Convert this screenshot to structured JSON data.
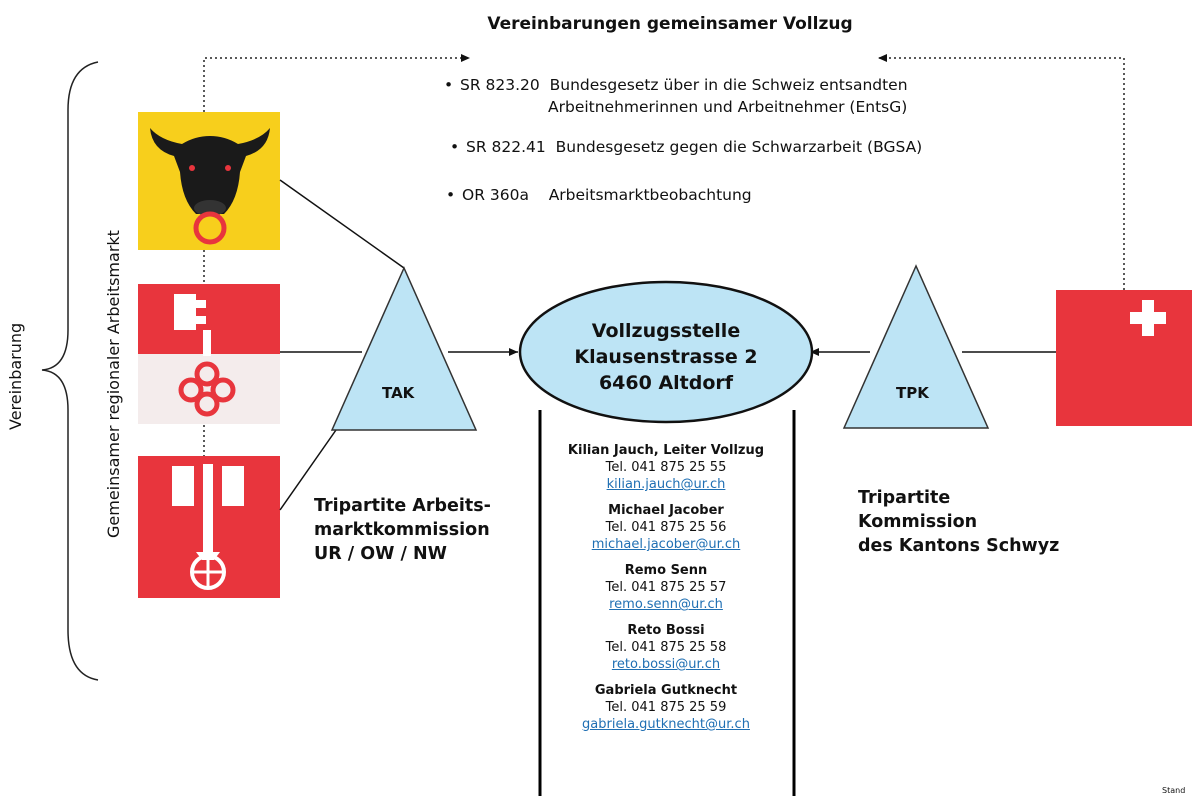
{
  "title": "Vereinbarungen gemeinsamer Vollzug",
  "laws": [
    {
      "code": "SR 823.20",
      "text": "Bundesgesetz über in die Schweiz entsandten",
      "text2": "Arbeitnehmerinnen und Arbeitnehmer (EntsG)"
    },
    {
      "code": "SR 822.41",
      "text": "Bundesgesetz gegen die Schwarzarbeit (BGSA)"
    },
    {
      "code": "OR 360a",
      "text": "Arbeitsmarktbeobachtung"
    }
  ],
  "left_labels": {
    "outer": "Vereinbarung",
    "inner": "Gemeinsamer regionaler Arbeitsmarkt"
  },
  "vollzugsstelle": {
    "line1": "Vollzugsstelle",
    "line2": "Klausenstrasse 2",
    "line3": "6460 Altdorf"
  },
  "tak": {
    "label": "TAK",
    "line1": "Tripartite Arbeits-",
    "line2": "marktkommission",
    "line3": "UR / OW / NW"
  },
  "tpk": {
    "label": "TPK",
    "line1": "Tripartite",
    "line2": "Kommission",
    "line3": "des Kantons Schwyz"
  },
  "contacts": [
    {
      "name": "Kilian Jauch, Leiter Vollzug",
      "tel": "Tel.  041 875 25 55",
      "email": "kilian.jauch@ur.ch"
    },
    {
      "name": "Michael Jacober",
      "tel": "Tel.  041 875 25 56",
      "email": "michael.jacober@ur.ch"
    },
    {
      "name": "Remo Senn",
      "tel": "Tel.  041 875 25 57",
      "email": "remo.senn@ur.ch"
    },
    {
      "name": "Reto Bossi",
      "tel": "Tel.  041 875 25 58",
      "email": "reto.bossi@ur.ch"
    },
    {
      "name": "Gabriela Gutknecht",
      "tel": "Tel. 041 875 25 59",
      "email": "gabriela.gutknecht@ur.ch"
    }
  ],
  "stamp": "Stand",
  "colors": {
    "triangle_fill": "#bde4f5",
    "ellipse_fill": "#bde4f5",
    "flag_red": "#e8353d",
    "flag_yellow": "#f7cf1c",
    "link_blue": "#1f6fb3"
  },
  "icons": [
    "uri-flag-icon",
    "obwalden-flag-icon",
    "nidwalden-flag-icon",
    "schwyz-flag-icon"
  ]
}
